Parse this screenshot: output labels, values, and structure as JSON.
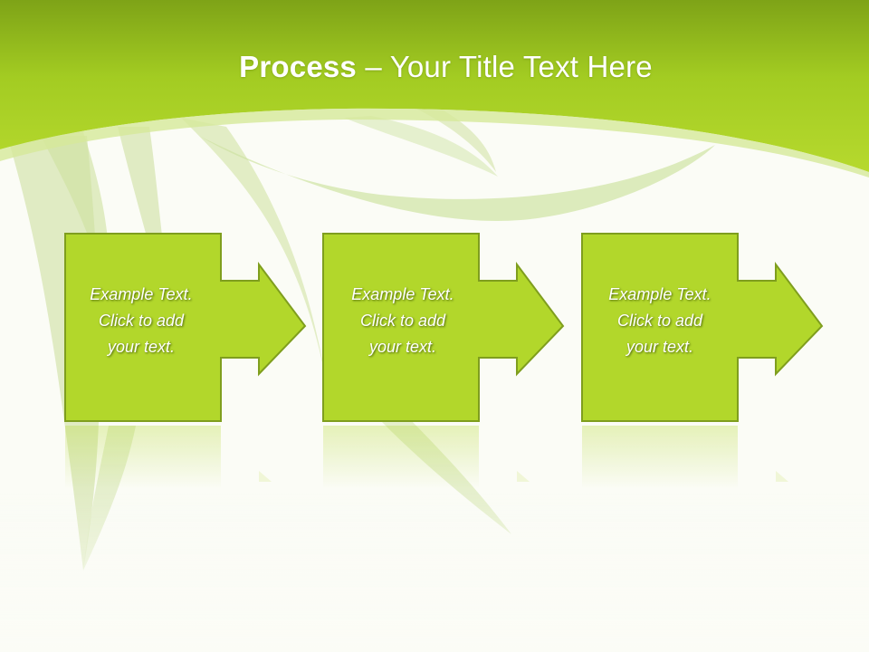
{
  "title": {
    "bold": "Process",
    "dash": " – ",
    "rest": "Your Title Text Here"
  },
  "steps": [
    {
      "line1": "Example Text.",
      "line2": "Click  to add",
      "line3": "your text."
    },
    {
      "line1": "Example Text.",
      "line2": "Click  to add",
      "line3": "your text."
    },
    {
      "line1": "Example Text.",
      "line2": "Click  to add",
      "line3": "your text."
    }
  ],
  "colors": {
    "header_dark": "#7ea317",
    "header_light": "#b4d82a",
    "box_fill": "#b2d72b",
    "box_border": "#7f9e1e",
    "background": "#fbfcf6"
  }
}
